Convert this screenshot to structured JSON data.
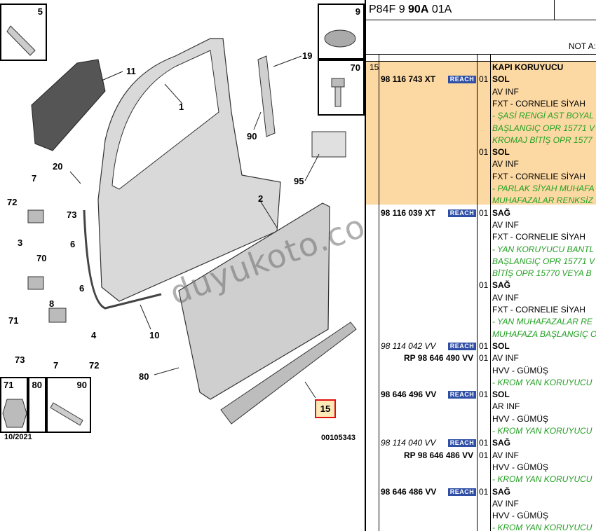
{
  "diagram": {
    "callouts": [
      "5",
      "9",
      "11",
      "19",
      "70",
      "1",
      "90",
      "20",
      "95",
      "7",
      "72",
      "73",
      "3",
      "6",
      "2",
      "70",
      "8",
      "6",
      "4",
      "71",
      "10",
      "73",
      "7",
      "72",
      "80"
    ],
    "insets": {
      "top_left": "5",
      "top_right_top": "9",
      "top_right_bottom": "70",
      "bottom_a": "71",
      "bottom_b": "80",
      "bottom_c": "90"
    },
    "highlight_label": "15",
    "date_label": "10/2021",
    "image_code": "00105343",
    "watermark": "duyukoto.com"
  },
  "parts": {
    "reference": {
      "prefix": "P84F 9 ",
      "bold": "90A",
      "suffix": " 01A"
    },
    "note_label": "NOT A:",
    "rows": [
      {
        "idx": "15",
        "pn": "",
        "qty": "",
        "desc": "KAPI KORUYUCU",
        "style": "bold"
      },
      {
        "idx": "",
        "pn": "98 116 743 XT",
        "reach": "REACH",
        "qty": "01",
        "desc": "SOL",
        "style": "bold"
      },
      {
        "idx": "",
        "pn": "",
        "qty": "",
        "desc": "AV INF",
        "style": ""
      },
      {
        "idx": "",
        "pn": "",
        "qty": "",
        "desc": "FXT - CORNELIE SİYAH",
        "style": ""
      },
      {
        "idx": "",
        "pn": "",
        "qty": "",
        "desc": "- ŞASİ RENGİ AST BOYAL",
        "style": "note"
      },
      {
        "idx": "",
        "pn": "",
        "qty": "",
        "desc": "BAŞLANGIÇ OPR 15771 V",
        "style": "note"
      },
      {
        "idx": "",
        "pn": "",
        "qty": "",
        "desc": "KROMAJ BİTİŞ OPR 1577",
        "style": "note"
      },
      {
        "idx": "",
        "pn": "",
        "qty": "01",
        "desc": "SOL",
        "style": "bold"
      },
      {
        "idx": "",
        "pn": "",
        "qty": "",
        "desc": "AV INF",
        "style": ""
      },
      {
        "idx": "",
        "pn": "",
        "qty": "",
        "desc": "FXT - CORNELIE SİYAH",
        "style": ""
      },
      {
        "idx": "",
        "pn": "",
        "qty": "",
        "desc": "- PARLAK SİYAH MUHAFA",
        "style": "note"
      },
      {
        "idx": "",
        "pn": "",
        "qty": "",
        "desc": "MUHAFAZALAR RENKSİZ",
        "style": "note"
      },
      {
        "idx": "",
        "pn": "98 116 039 XT",
        "reach": "REACH",
        "qty": "01",
        "desc": "SAĞ",
        "style": "bold"
      },
      {
        "idx": "",
        "pn": "",
        "qty": "",
        "desc": "AV INF",
        "style": ""
      },
      {
        "idx": "",
        "pn": "",
        "qty": "",
        "desc": "FXT - CORNELIE SİYAH",
        "style": ""
      },
      {
        "idx": "",
        "pn": "",
        "qty": "",
        "desc": "- YAN KORUYUCU BANTL",
        "style": "note"
      },
      {
        "idx": "",
        "pn": "",
        "qty": "",
        "desc": "BAŞLANGIÇ OPR 15771 V",
        "style": "note"
      },
      {
        "idx": "",
        "pn": "",
        "qty": "",
        "desc": "BİTİŞ OPR 15770 VEYA B",
        "style": "note"
      },
      {
        "idx": "",
        "pn": "",
        "qty": "01",
        "desc": "SAĞ",
        "style": "bold"
      },
      {
        "idx": "",
        "pn": "",
        "qty": "",
        "desc": "AV INF",
        "style": ""
      },
      {
        "idx": "",
        "pn": "",
        "qty": "",
        "desc": "FXT - CORNELIE SİYAH",
        "style": ""
      },
      {
        "idx": "",
        "pn": "",
        "qty": "",
        "desc": "- YAN MUHAFAZALAR RE",
        "style": "note"
      },
      {
        "idx": "",
        "pn": "",
        "qty": "",
        "desc": "MUHAFAZA BAŞLANGIÇ O",
        "style": "note"
      },
      {
        "idx": "",
        "pn": "98 114 042 VV",
        "pnstyle": "italic",
        "reach": "REACH",
        "qty": "01",
        "desc": "SOL",
        "style": "bold"
      },
      {
        "idx": "",
        "pn": "RP 98 646 490 VV",
        "pnstyle": "rp",
        "qty": "01",
        "desc": "AV INF",
        "style": ""
      },
      {
        "idx": "",
        "pn": "",
        "qty": "",
        "desc": "HVV - GÜMÜŞ",
        "style": ""
      },
      {
        "idx": "",
        "pn": "",
        "qty": "",
        "desc": "- KROM YAN KORUYUCU",
        "style": "note"
      },
      {
        "idx": "",
        "pn": "98 646 496 VV",
        "reach": "REACH",
        "qty": "01",
        "desc": "SOL",
        "style": "bold"
      },
      {
        "idx": "",
        "pn": "",
        "qty": "",
        "desc": "AR INF",
        "style": ""
      },
      {
        "idx": "",
        "pn": "",
        "qty": "",
        "desc": "HVV - GÜMÜŞ",
        "style": ""
      },
      {
        "idx": "",
        "pn": "",
        "qty": "",
        "desc": "- KROM YAN KORUYUCU",
        "style": "note"
      },
      {
        "idx": "",
        "pn": "98 114 040 VV",
        "pnstyle": "italic",
        "reach": "REACH",
        "qty": "01",
        "desc": "SAĞ",
        "style": "bold"
      },
      {
        "idx": "",
        "pn": "RP 98 646 486 VV",
        "pnstyle": "rp",
        "qty": "01",
        "desc": "AV INF",
        "style": ""
      },
      {
        "idx": "",
        "pn": "",
        "qty": "",
        "desc": "HVV - GÜMÜŞ",
        "style": ""
      },
      {
        "idx": "",
        "pn": "",
        "qty": "",
        "desc": "- KROM YAN KORUYUCU",
        "style": "note"
      },
      {
        "idx": "",
        "pn": "98 646 486 VV",
        "reach": "REACH",
        "qty": "01",
        "desc": "SAĞ",
        "style": "bold"
      },
      {
        "idx": "",
        "pn": "",
        "qty": "",
        "desc": "AV INF",
        "style": ""
      },
      {
        "idx": "",
        "pn": "",
        "qty": "",
        "desc": "HVV - GÜMÜŞ",
        "style": ""
      },
      {
        "idx": "",
        "pn": "",
        "qty": "",
        "desc": "- KROM YAN KORUYUCU",
        "style": "note"
      }
    ]
  }
}
